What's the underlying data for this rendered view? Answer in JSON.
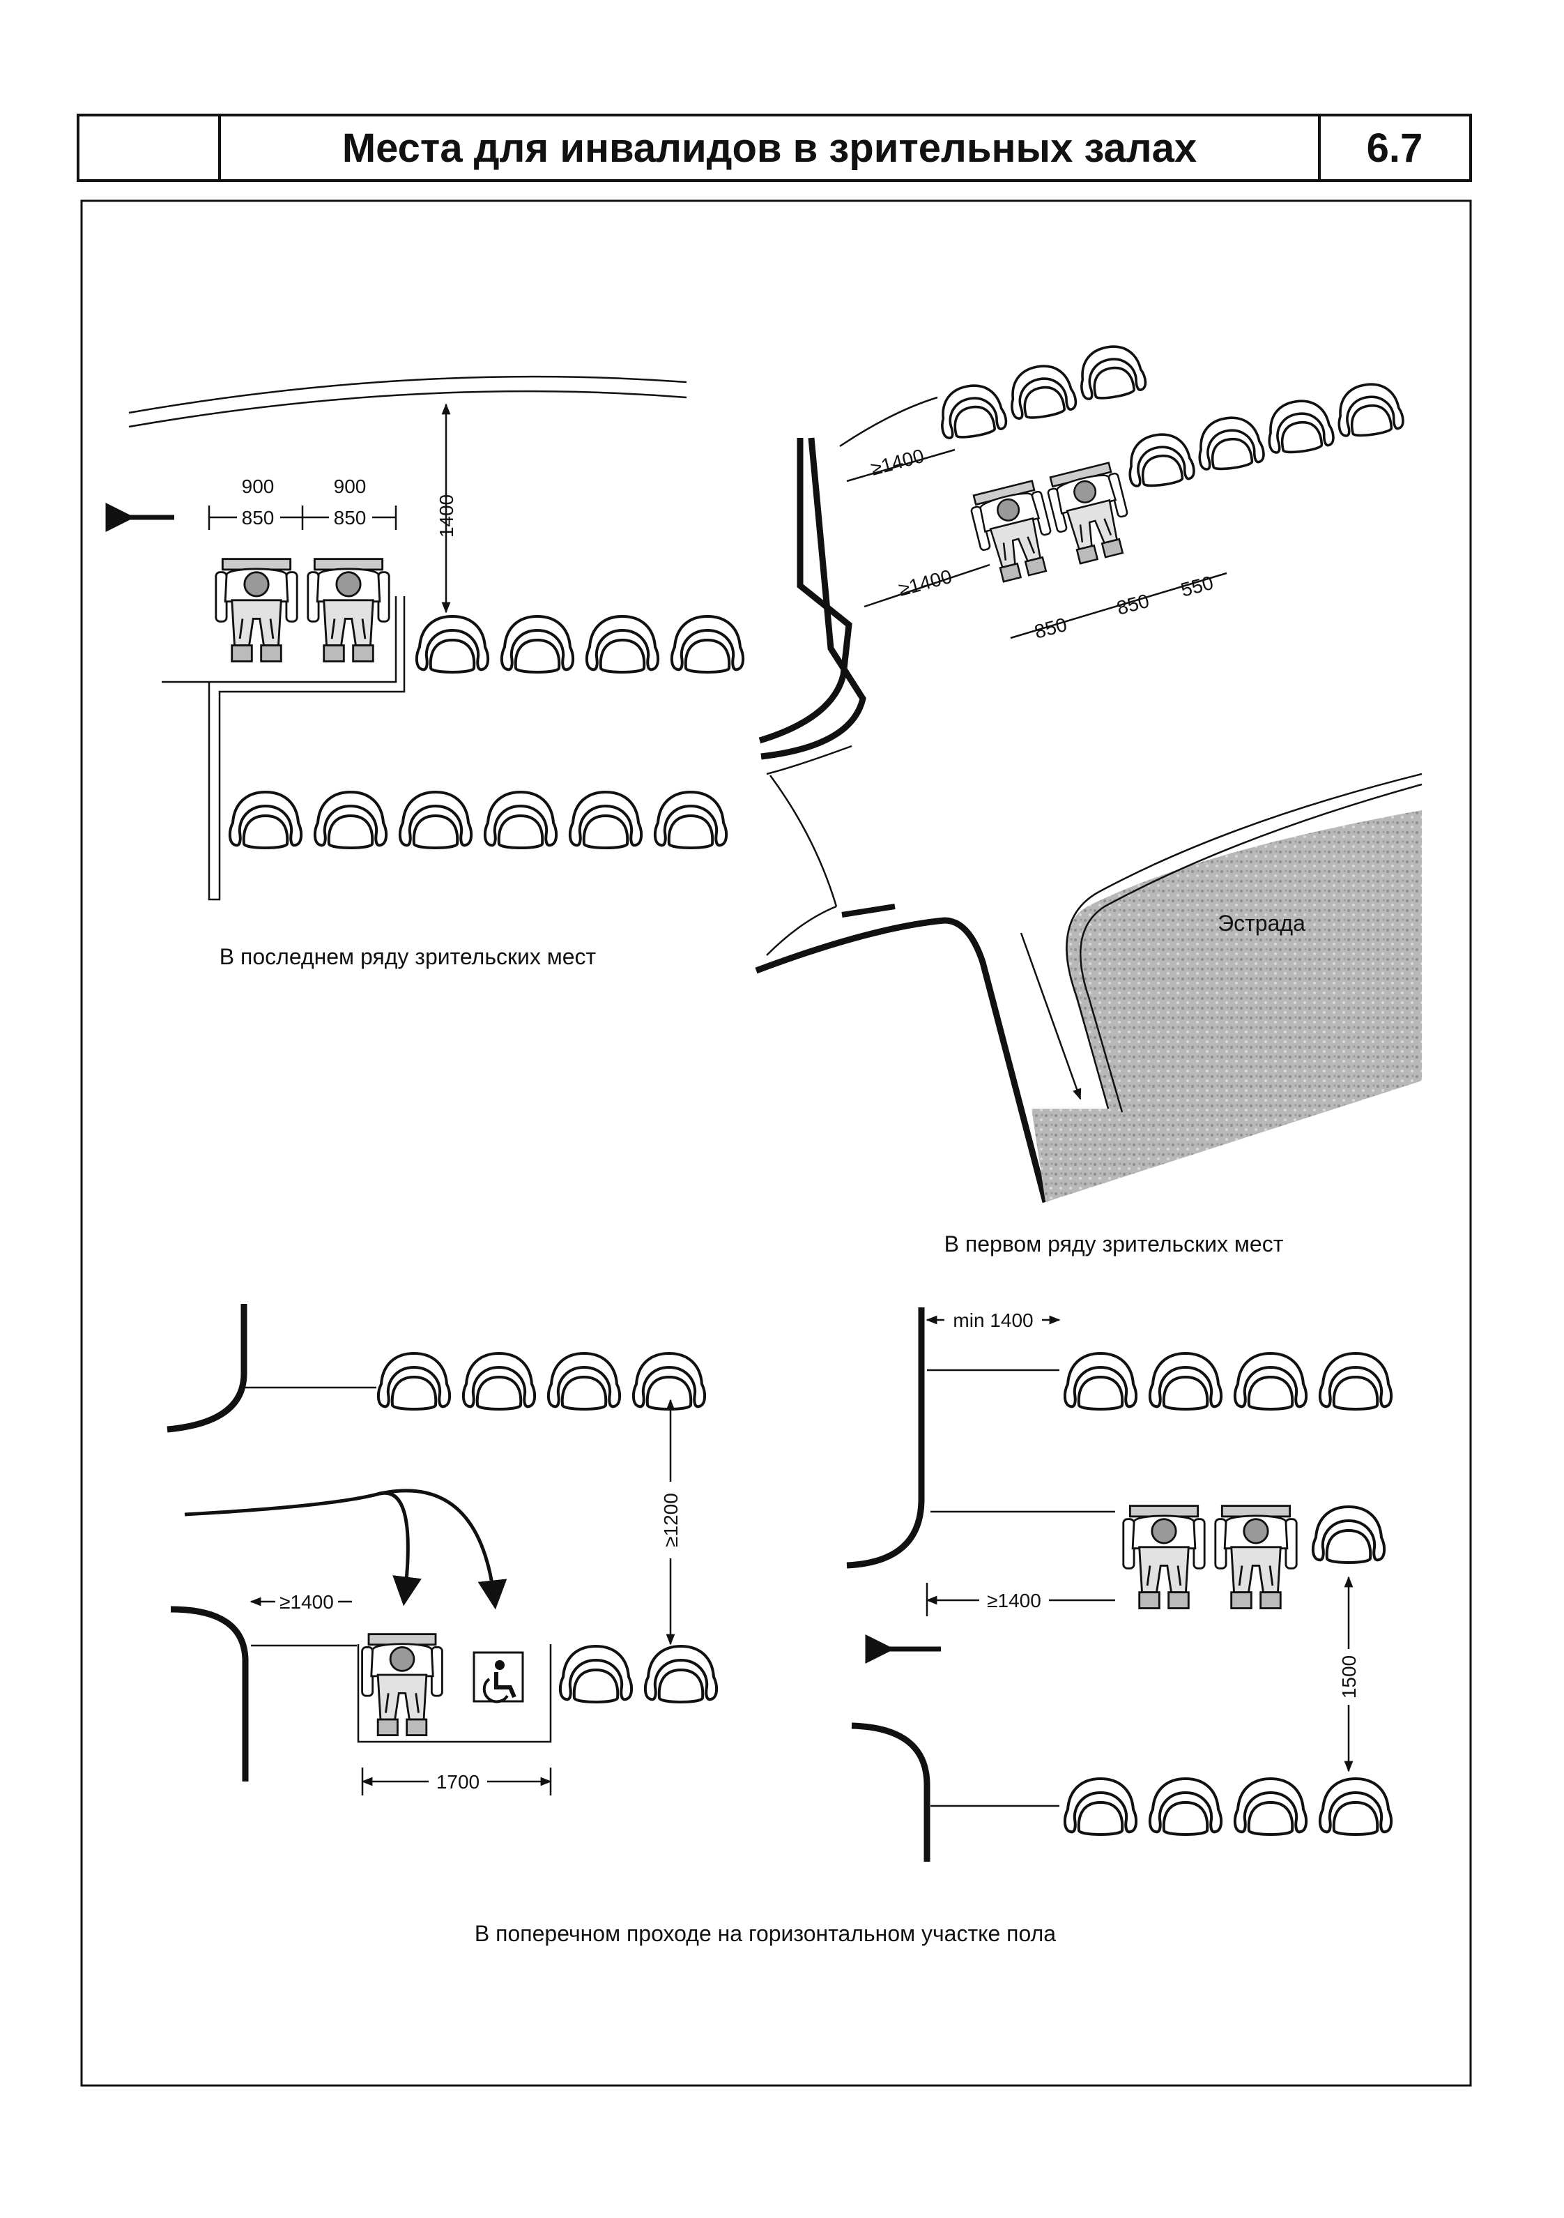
{
  "header": {
    "title": "Места для инвалидов в зрительных залах",
    "number": "6.7"
  },
  "captions": {
    "last_row": "В последнем ряду зрительских мест",
    "first_row": "В первом ряду зрительских мест",
    "cross_aisle": "В поперечном проходе на горизонтальном участке пола"
  },
  "labels": {
    "stage": "Эстрада"
  },
  "dimensions": {
    "last_row": {
      "space_outer_1": "900",
      "space_outer_2": "900",
      "space_inner_1": "850",
      "space_inner_2": "850",
      "rear_clearance": "1400"
    },
    "first_row": {
      "aisle_upper": "≥1400",
      "aisle_lower": "≥1400",
      "space_1": "850",
      "space_2": "850",
      "space_3": "550"
    },
    "cross_aisle_left": {
      "passage": "≥1400",
      "row_spacing": "≥1200",
      "bay_width": "1700"
    },
    "cross_aisle_right": {
      "passage_top": "min 1400",
      "passage": "≥1400",
      "row_spacing": "1500"
    }
  },
  "icons": [
    "theatre-seat-icon",
    "wheelchair-user-icon",
    "accessibility-symbol-icon",
    "direction-arrow-icon"
  ]
}
